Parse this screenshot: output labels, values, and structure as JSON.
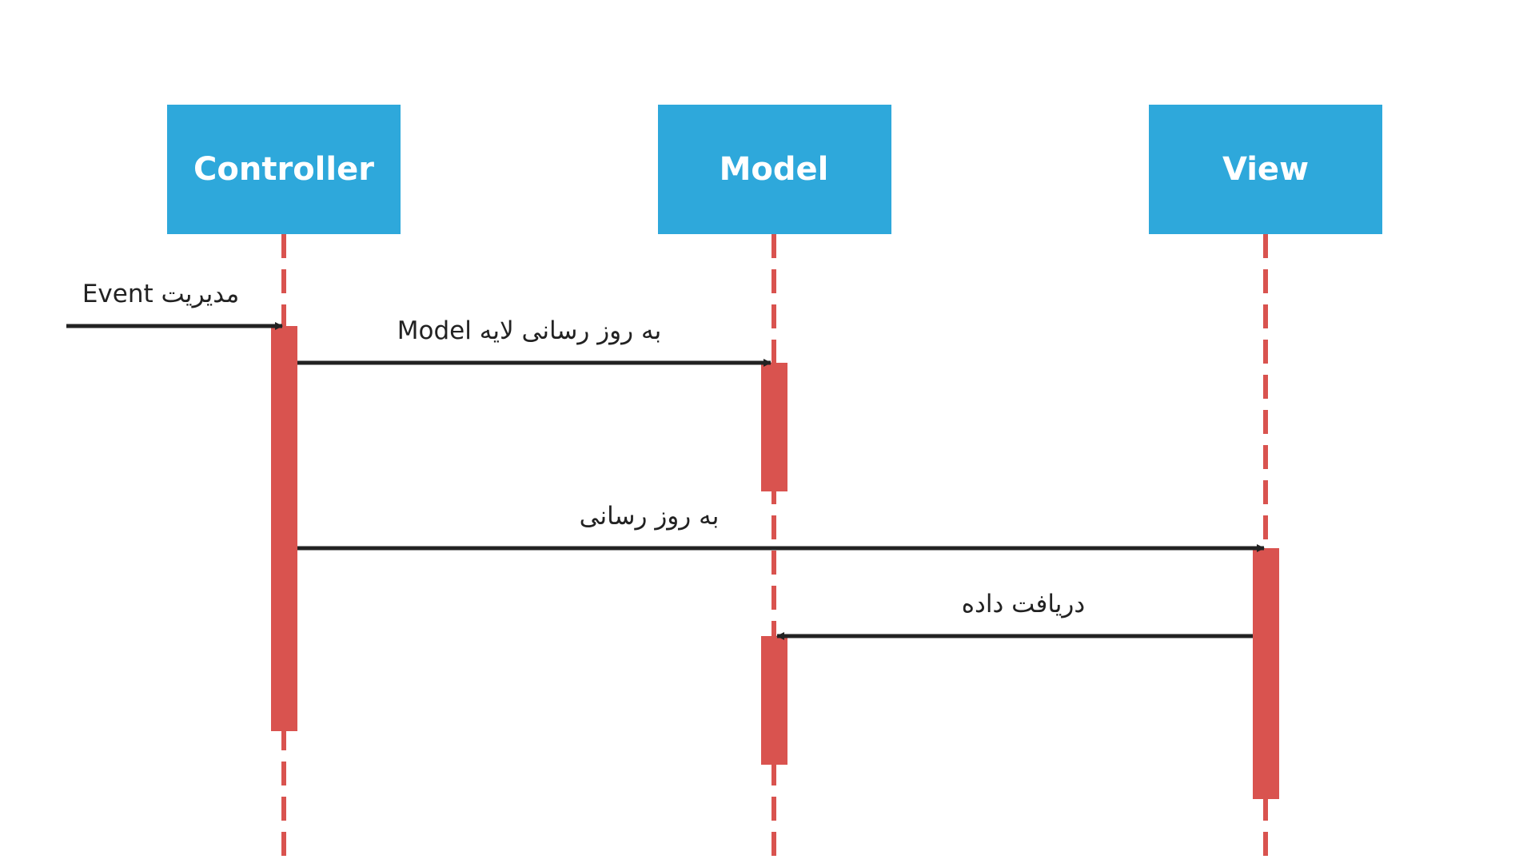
{
  "colors": {
    "participant_fill": "#2ea8db",
    "participant_text": "#ffffff",
    "lifeline": "#d9534f",
    "activation": "#d9534f",
    "arrow": "#222222",
    "message_text": "#222222",
    "background": "#ffffff"
  },
  "participants": [
    {
      "id": "controller",
      "label": "Controller"
    },
    {
      "id": "model",
      "label": "Model"
    },
    {
      "id": "view",
      "label": "View"
    }
  ],
  "messages": [
    {
      "id": "m1",
      "label": "مدیریت Event",
      "from": "external",
      "to": "controller"
    },
    {
      "id": "m2",
      "label": "به روز رسانی لایه Model",
      "from": "controller",
      "to": "model"
    },
    {
      "id": "m3",
      "label": "به روز رسانی",
      "from": "controller",
      "to": "view"
    },
    {
      "id": "m4",
      "label": "دریافت داده",
      "from": "view",
      "to": "model"
    }
  ]
}
